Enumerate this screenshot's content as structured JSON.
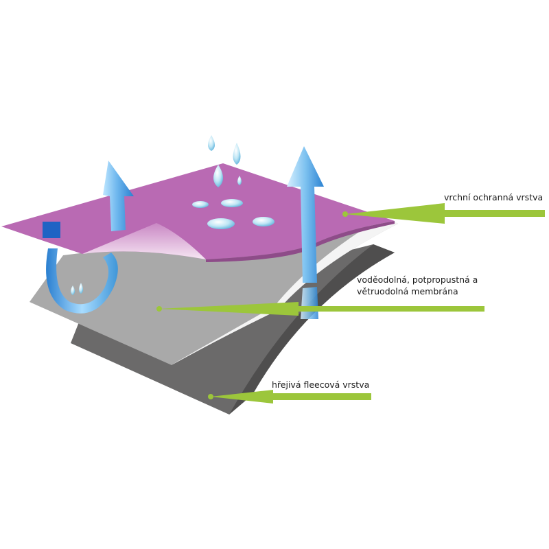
{
  "labels": {
    "outer_layer": "vrchní ochranná vrstva",
    "membrane_line1": "voděodolná, potpropustná a",
    "membrane_line2": "větruodolná membrána",
    "fleece_layer": "hřejivá fleecová vrstva"
  },
  "colors": {
    "outer_layer": "#b96ab3",
    "membrane_layer": "#a9a9a9",
    "fleece_layer": "#6b6a6a",
    "pointer_arrow": "#9cc63b",
    "vapor_arrow": "#3f96d8",
    "water_drop": "#7fc8e8",
    "cold_square": "#1f63c4"
  },
  "icons": [
    "water-drop-icon",
    "vapor-arrow-icon",
    "pointer-arrow-icon",
    "circulation-arrow-icon"
  ]
}
